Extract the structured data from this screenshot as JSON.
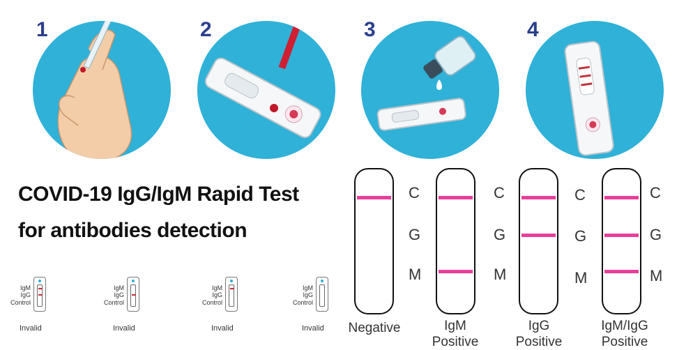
{
  "steps": [
    "1",
    "2",
    "3",
    "4"
  ],
  "title": {
    "line1": "COVID-19 IgG/IgM Rapid Test",
    "line2": "for antibodies detection"
  },
  "band_labels": {
    "c": "C",
    "g": "G",
    "m": "M"
  },
  "results": [
    {
      "caption_line1": "Negative",
      "caption_line2": "",
      "bands": [
        "C"
      ]
    },
    {
      "caption_line1": "IgM",
      "caption_line2": "Positive",
      "bands": [
        "C",
        "M"
      ]
    },
    {
      "caption_line1": "IgG",
      "caption_line2": "Positive",
      "bands": [
        "C",
        "G"
      ]
    },
    {
      "caption_line1": "IgM/IgG",
      "caption_line2": "Positive",
      "bands": [
        "C",
        "G",
        "M"
      ]
    }
  ],
  "invalid": {
    "label_igm": "IgM",
    "label_igg": "IgG",
    "label_control": "Control",
    "caption": "Invalid",
    "examples": [
      {
        "bands": [
          "IgM",
          "IgG"
        ]
      },
      {
        "bands": [
          "IgG"
        ]
      },
      {
        "bands": [
          "IgM"
        ]
      },
      {
        "bands": []
      }
    ]
  },
  "colors": {
    "circle": "#2fb1d8",
    "step_number": "#2b3f8c",
    "band": "#e83e9a",
    "mini_band": "#c0303a"
  }
}
